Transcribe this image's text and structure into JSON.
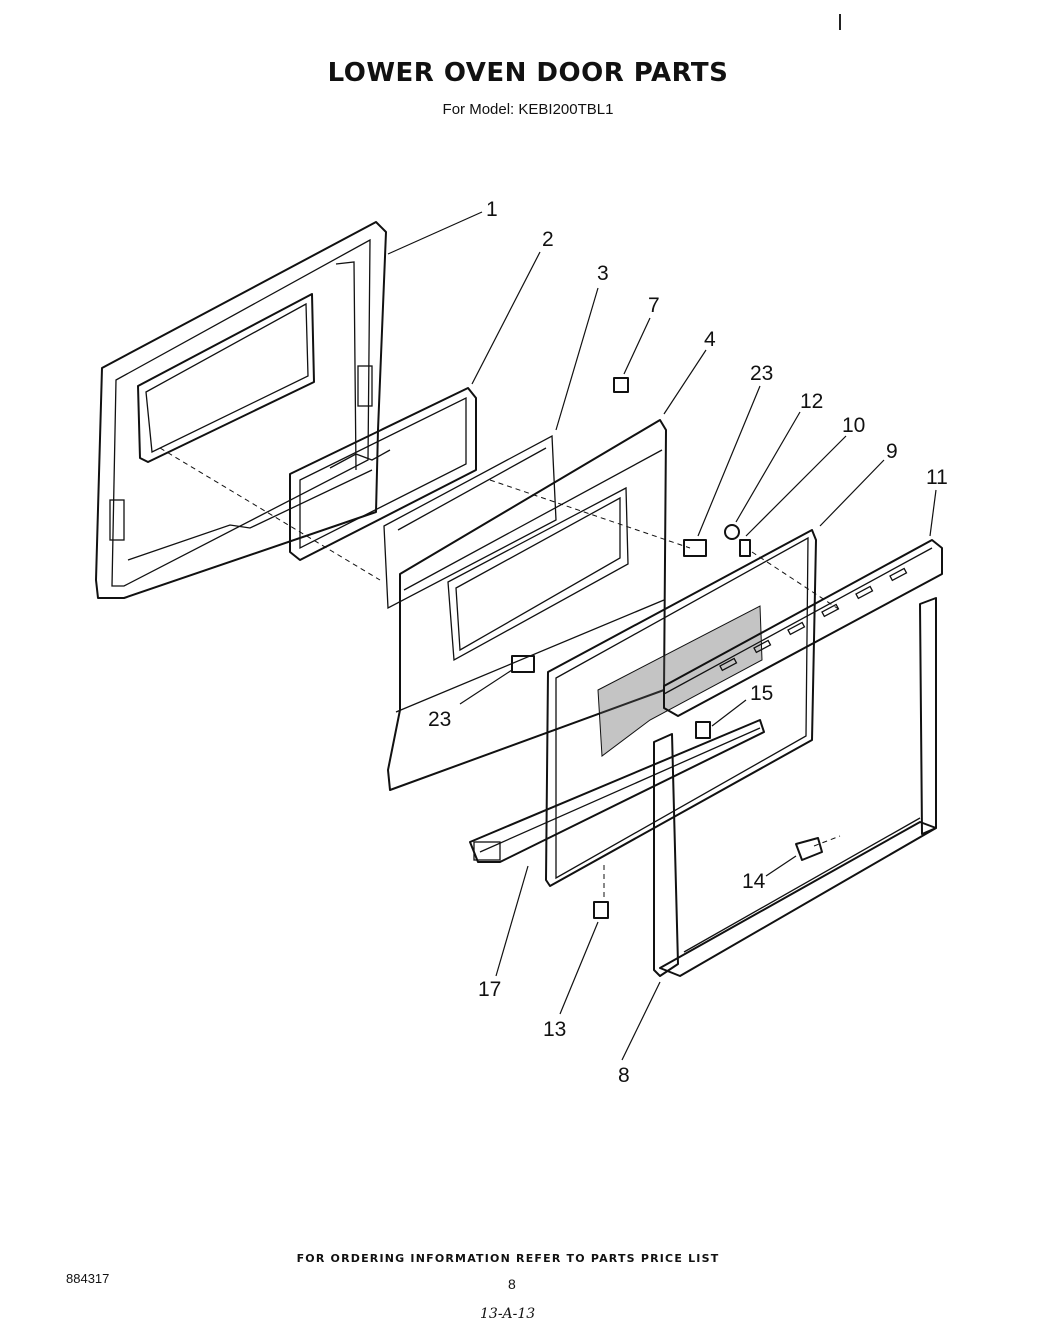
{
  "header": {
    "title": "LOWER OVEN DOOR PARTS",
    "subtitle": "For Model: KEBI200TBL1"
  },
  "callouts": [
    {
      "id": "1",
      "label": "1"
    },
    {
      "id": "2",
      "label": "2"
    },
    {
      "id": "3",
      "label": "3"
    },
    {
      "id": "7",
      "label": "7"
    },
    {
      "id": "4",
      "label": "4"
    },
    {
      "id": "23a",
      "label": "23"
    },
    {
      "id": "12",
      "label": "12"
    },
    {
      "id": "10",
      "label": "10"
    },
    {
      "id": "9",
      "label": "9"
    },
    {
      "id": "11",
      "label": "11"
    },
    {
      "id": "15",
      "label": "15"
    },
    {
      "id": "23b",
      "label": "23"
    },
    {
      "id": "14",
      "label": "14"
    },
    {
      "id": "17",
      "label": "17"
    },
    {
      "id": "13",
      "label": "13"
    },
    {
      "id": "8",
      "label": "8"
    }
  ],
  "footer": {
    "note": "FOR ORDERING INFORMATION REFER TO PARTS PRICE LIST",
    "doc_number": "884317",
    "page_number": "8",
    "handwritten": "13-A-13"
  }
}
